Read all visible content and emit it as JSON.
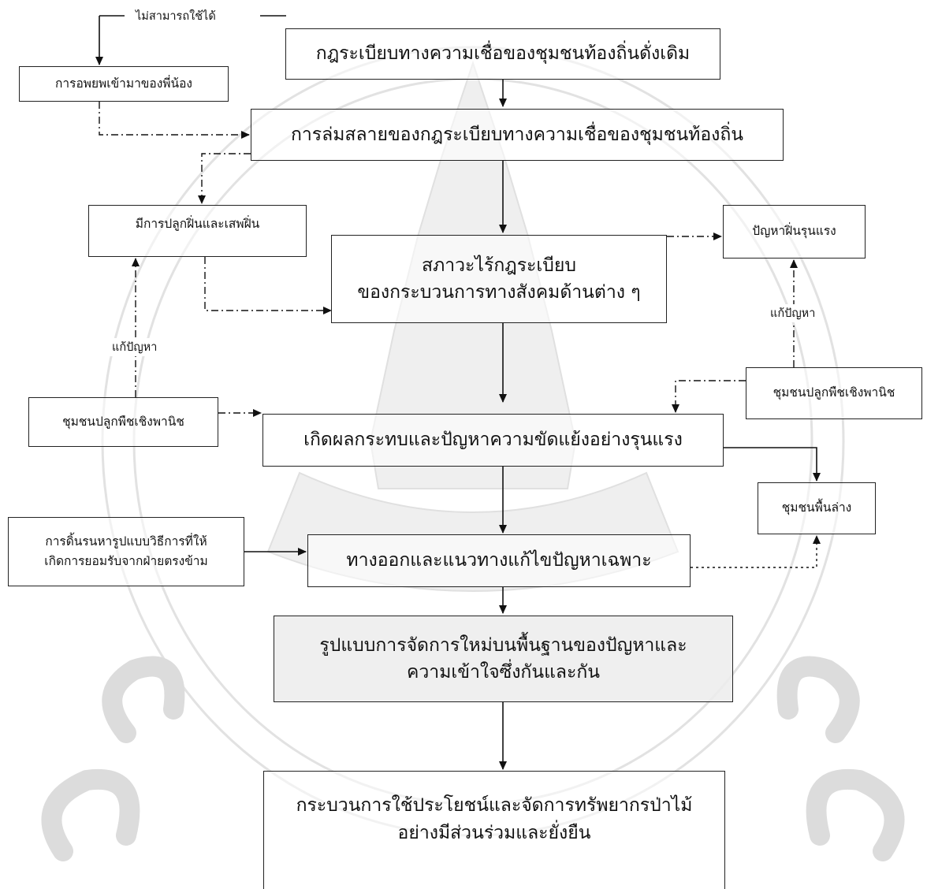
{
  "diagram": {
    "main_boxes": {
      "traditional_rules": "กฎระเบียบทางความเชื่อของชุมชนท้องถิ่นดั่งเดิม",
      "collapse": "การล่มสลายของกฎระเบียบทางความเชื่อของชุมชนท้องถิ่น",
      "no_rules_line1": "สภาวะไร้กฎระเบียบ",
      "no_rules_line2": "ของกระบวนการทางสังคมด้านต่าง ๆ",
      "conflict": "เกิดผลกระทบและปัญหาความขัดแย้งอย่างรุนแรง",
      "solution": "ทางออกและแนวทางแก้ไขปัญหาเฉพาะ",
      "new_model_line1": "รูปแบบการจัดการใหม่บนพื้นฐานของปัญหาและ",
      "new_model_line2": "ความเข้าใจซึ่งกันและกัน",
      "participation_line1": "กระบวนการใช้ประโยชน์และจัดการทรัพยากรป่าไม้",
      "participation_line2": "อย่างมีส่วนร่วมและยั่งยืน"
    },
    "side_boxes": {
      "migration": "การอพยพเข้ามาของพี่น้อง",
      "opium_growing": "มีการปลูกฝิ่นและเสพฝิ่น",
      "opium_problem": "ปัญหาฝิ่นรุนแรง",
      "cash_crop_left": "ชุมชนปลูกพืชเชิงพานิช",
      "cash_crop_right": "ชุมชนปลูกพืชเชิงพานิช",
      "lowland": "ชุมชนพื้นล่าง",
      "struggle_line1": "การดิ้นรนหารูปแบบวิธีการที่ให้",
      "struggle_line2": "เกิดการยอมรับจากฝ่ายตรงข้าม"
    },
    "labels": {
      "unusable": "ไม่สามารถใช้ได้",
      "solve_left": "แก้ปัญหา",
      "solve_right": "แก้ปัญหา"
    }
  }
}
